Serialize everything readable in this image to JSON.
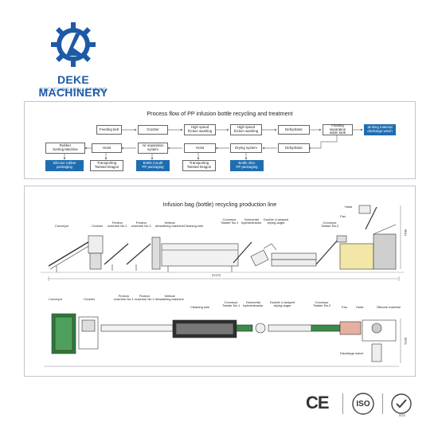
{
  "brand": {
    "name": "DEKE MACHINERY",
    "tagline": "RECYCLING&PELLETIZING",
    "colors": {
      "primary": "#1d5aa6",
      "accent": "#1f6db1"
    }
  },
  "flow": {
    "title": "Process flow of PP infusion bottle recycling and treatment",
    "row1": [
      "Feeding belt",
      "Crusher",
      "High speed\nfriction washing",
      "High speed\nfriction washing",
      "Dehydrator",
      "Floating separation\nwater tank",
      "Sinking material\ndischarge winch"
    ],
    "row2": [
      "Rubber\nSorting Machine",
      "Hoist",
      "Air separation\nsystem",
      "Hoist",
      "Drying system",
      "Dehydrator"
    ],
    "row3": [
      "Silicone rubber\npackaging",
      "Transporting\nTwisted Dragon",
      "Bottle mouth\nPP packaging",
      "Transporting\nTwisted Dragon",
      "Bottle slice\nPP packaging"
    ]
  },
  "line": {
    "title": "Infusion bag (bottle) recycling production line",
    "side_labels": [
      "Conveyor",
      "Crusher",
      "Friction\nmachine No.1",
      "Friction\nmachine No.2",
      "Vertical\ndewatering machine",
      "Cleaning sink",
      "Conveyor\nTwister No.1",
      "Horizontal\nhydroextractor",
      "Double U-shaped\ndrying auger",
      "Conveyor\nTwister No.2",
      "Fan",
      "Hoist"
    ],
    "top_labels": [
      "Conveyor",
      "Crusher",
      "Friction\nmachine No.1",
      "Friction\nmachine No.2",
      "Vertical\ndewatering machine",
      "Cleaning sink",
      "Conveyor\nTwister No.1",
      "Horizontal\nhydroextractor",
      "Double U-shaped\ndrying auger",
      "Conveyor\nTwister No.2",
      "Fan",
      "Hoist",
      "Silicone machine",
      "Discharge winch"
    ],
    "dim_length": "37270",
    "dim_height": "7549",
    "dim_width": "5100"
  },
  "certs": {
    "ce": "CE",
    "iso": "ISO",
    "sgs": "SGS"
  }
}
